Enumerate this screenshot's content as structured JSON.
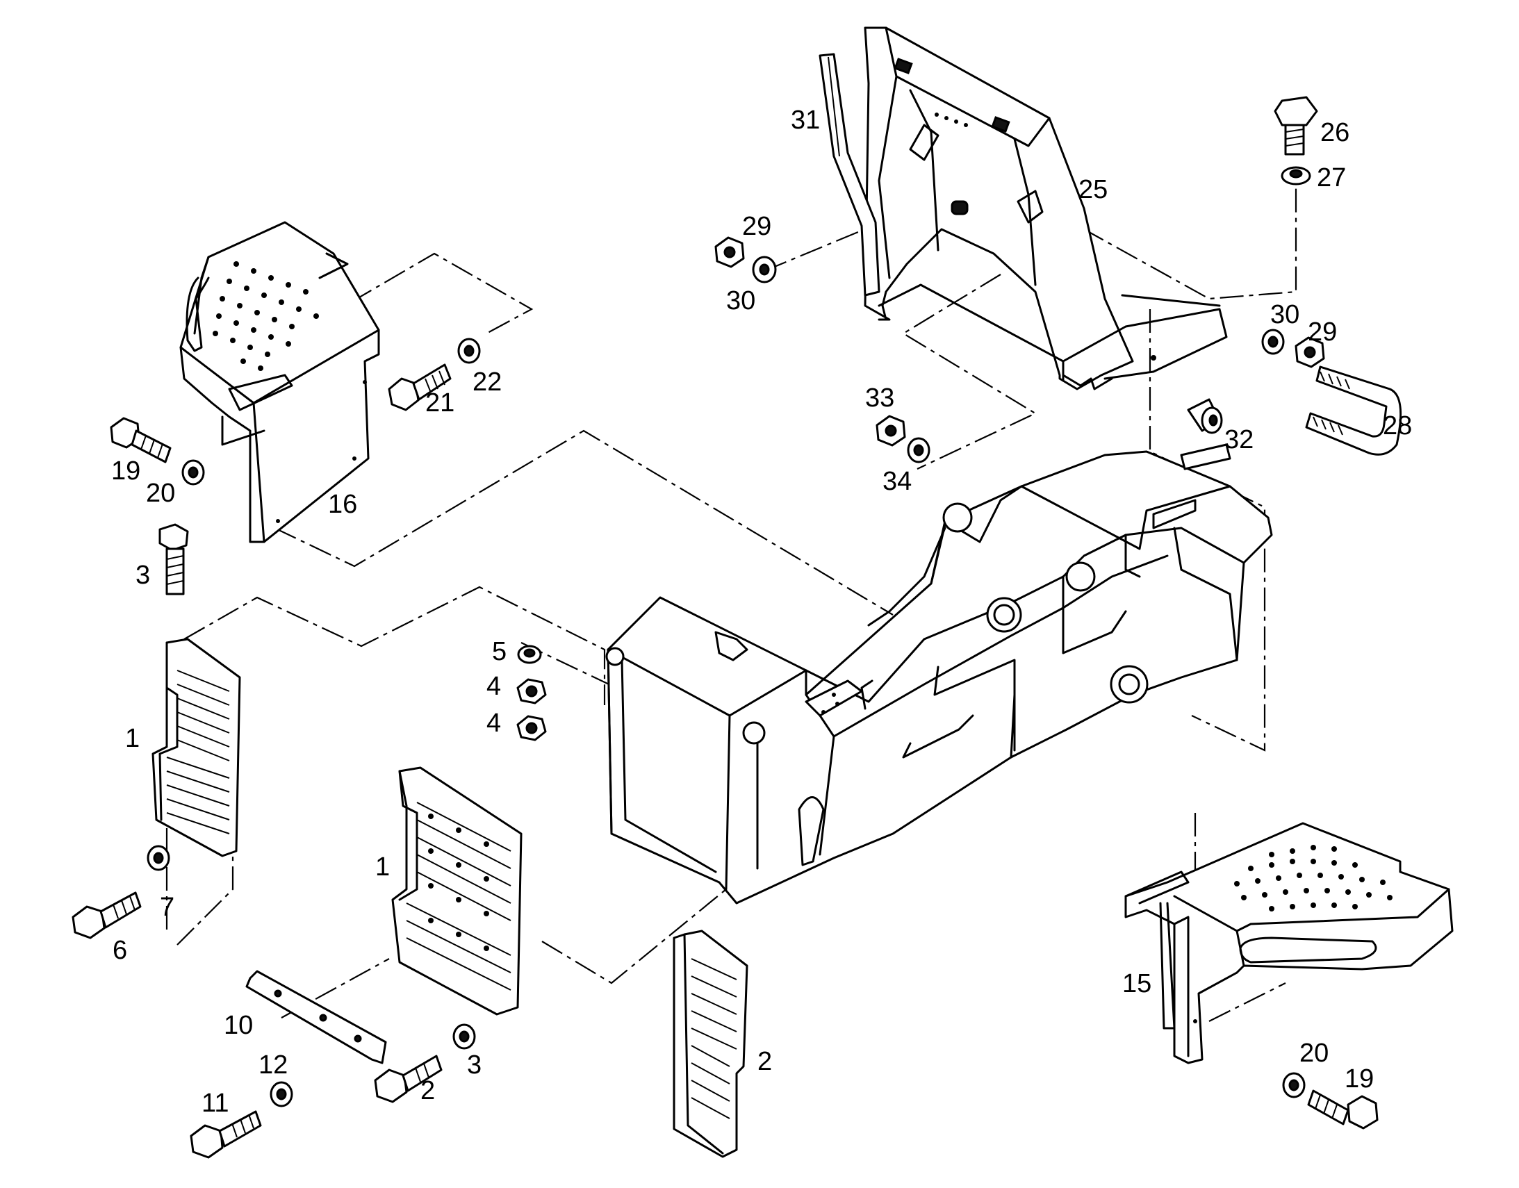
{
  "callouts": {
    "c1a": "1",
    "c1b": "1",
    "c2a": "2",
    "c2b": "2",
    "c3a": "3",
    "c3b": "3",
    "c4a": "4",
    "c4b": "4",
    "c5": "5",
    "c6": "6",
    "c7": "7",
    "c10": "10",
    "c11": "11",
    "c12": "12",
    "c15": "15",
    "c16": "16",
    "c19a": "19",
    "c19b": "19",
    "c20a": "20",
    "c20b": "20",
    "c21": "21",
    "c22": "22",
    "c25": "25",
    "c26": "26",
    "c27": "27",
    "c28": "28",
    "c29a": "29",
    "c29b": "29",
    "c30a": "30",
    "c30b": "30",
    "c31": "31",
    "c32": "32",
    "c33": "33",
    "c34": "34"
  }
}
